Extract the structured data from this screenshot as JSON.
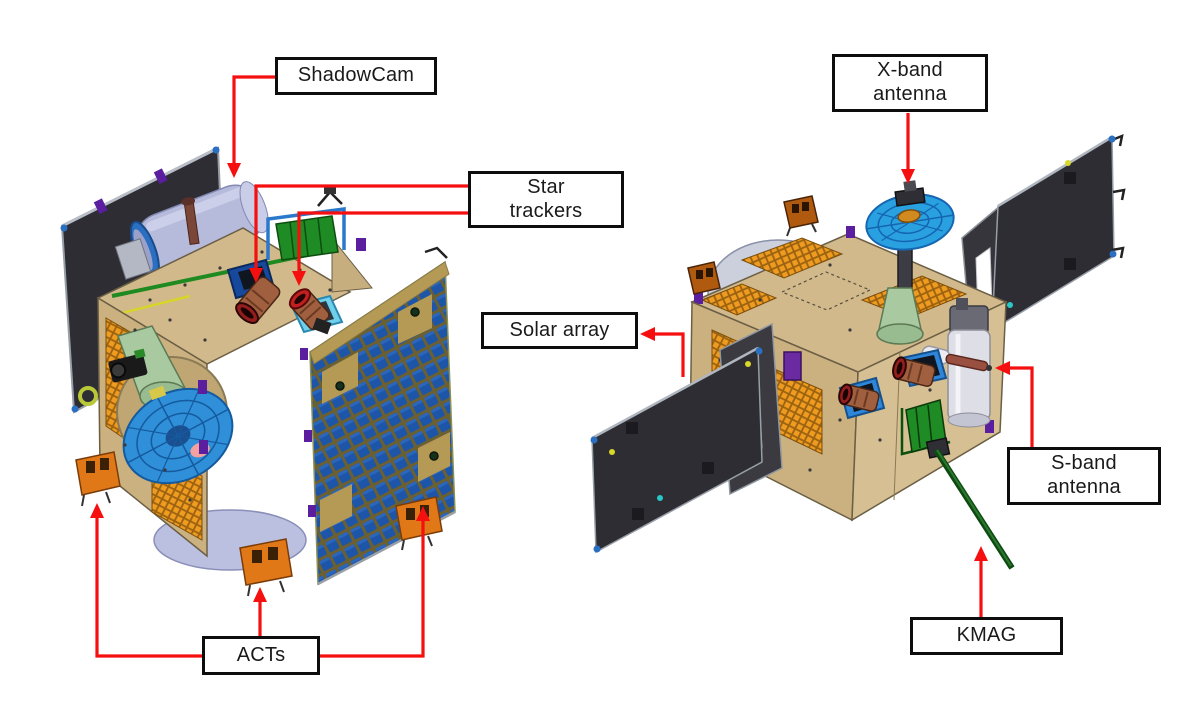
{
  "figure": {
    "background": "#ffffff",
    "description_visible_text_only": true
  },
  "labels": {
    "shadowcam": {
      "lines": [
        "ShadowCam"
      ]
    },
    "star_trackers": {
      "lines": [
        "Star",
        "trackers"
      ]
    },
    "solar_array": {
      "lines": [
        "Solar array"
      ]
    },
    "xband": {
      "lines": [
        "X-band",
        "antenna"
      ]
    },
    "sband": {
      "lines": [
        "S-band",
        "antenna"
      ]
    },
    "kmag": {
      "lines": [
        "KMAG"
      ]
    },
    "acts": {
      "lines": [
        "ACTs"
      ]
    }
  },
  "colors": {
    "arrow_red": "#f50f0f",
    "label_border": "#0d0d0d",
    "label_background": "#ffffff",
    "label_text": "#1a1a1a",
    "body_tan": "#d2b98b",
    "radiator_grid_orange": "#ef9b20",
    "solar_cell_blue": "#1d55a8",
    "deployed_panel_dark": "#2d2d33",
    "dish_blue": "#2f8fd8",
    "shadowcam_lavender": "#b6bbdc",
    "engine_cone_green": "#a9c9a1",
    "kmag_boom_green": "#0e4a12",
    "act_foot_orange": "#e07818",
    "star_tracker_copper": "#a06040",
    "star_tracker_ring_red": "#941e1e"
  }
}
